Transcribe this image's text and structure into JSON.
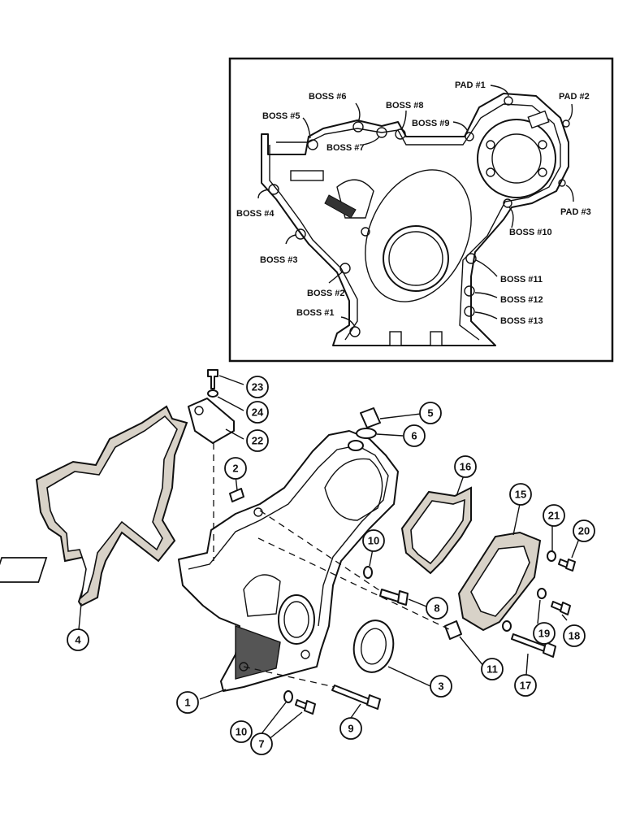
{
  "inset_labels": {
    "pad1": "PAD #1",
    "pad2": "PAD #2",
    "pad3": "PAD #3",
    "boss1": "BOSS #1",
    "boss2": "BOSS #2",
    "boss3": "BOSS #3",
    "boss4": "BOSS #4",
    "boss5": "BOSS #5",
    "boss6": "BOSS #6",
    "boss7": "BOSS #7",
    "boss8": "BOSS #8",
    "boss9": "BOSS #9",
    "boss10": "BOSS #10",
    "boss11": "BOSS #11",
    "boss12": "BOSS #12",
    "boss13": "BOSS #13"
  },
  "callouts": {
    "c1": "1",
    "c2": "2",
    "c3": "3",
    "c4": "4",
    "c5": "5",
    "c6": "6",
    "c7": "7",
    "c8": "8",
    "c9": "9",
    "c10a": "10",
    "c10b": "10",
    "c11": "11",
    "c15": "15",
    "c16": "16",
    "c17": "17",
    "c18": "18",
    "c19": "19",
    "c20": "20",
    "c21": "21",
    "c22": "22",
    "c23": "23",
    "c24": "24"
  }
}
